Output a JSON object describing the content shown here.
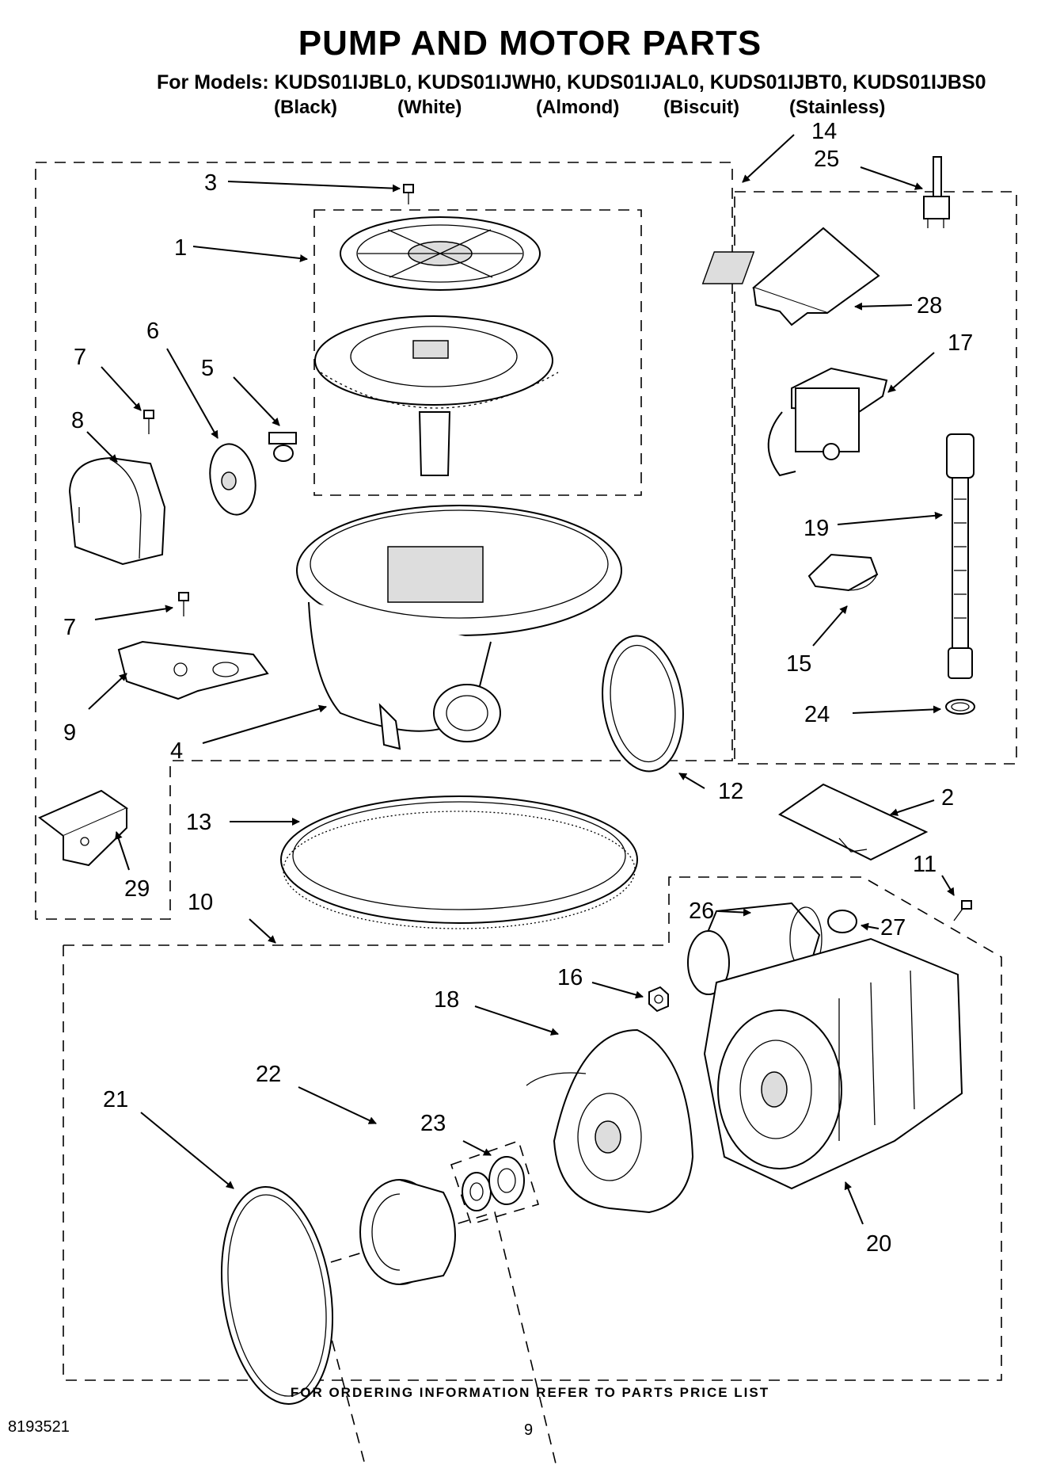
{
  "title": "PUMP AND MOTOR PARTS",
  "models_line": "For Models: KUDS01IJBL0, KUDS01IJWH0, KUDS01IJAL0, KUDS01IJBT0, KUDS01IJBS0",
  "colors": [
    "(Black)",
    "(White)",
    "(Almond)",
    "(Biscuit)",
    "(Stainless)"
  ],
  "callouts": {
    "c1": "1",
    "c2": "2",
    "c3": "3",
    "c4": "4",
    "c5": "5",
    "c6": "6",
    "c7a": "7",
    "c7b": "7",
    "c8": "8",
    "c9": "9",
    "c10": "10",
    "c11": "11",
    "c12": "12",
    "c13": "13",
    "c14": "14",
    "c15": "15",
    "c16": "16",
    "c17": "17",
    "c18": "18",
    "c19": "19",
    "c20": "20",
    "c21": "21",
    "c22": "22",
    "c23": "23",
    "c24": "24",
    "c25": "25",
    "c26": "26",
    "c27": "27",
    "c28": "28",
    "c29": "29"
  },
  "footer_note": "FOR ORDERING INFORMATION REFER TO PARTS PRICE LIST",
  "document_number": "8193521",
  "page_number": "9"
}
